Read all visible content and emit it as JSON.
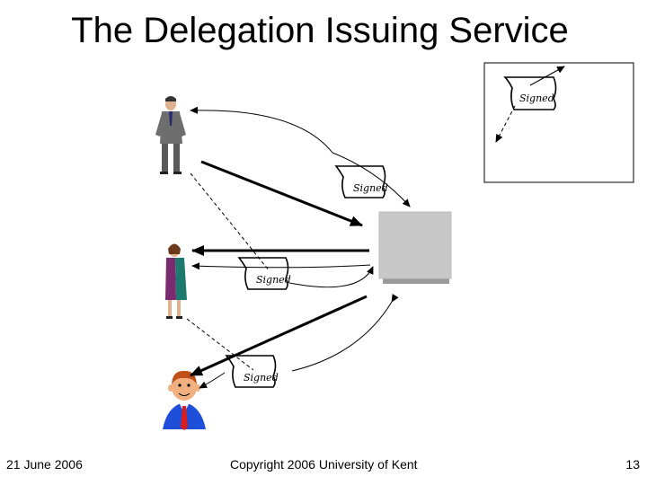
{
  "slide": {
    "title": "The Delegation Issuing Service",
    "footer_date": "21 June 2006",
    "footer_copyright": "Copyright 2006 University of Kent",
    "page_number": "13"
  },
  "diagram": {
    "certificate_signature": "Signed",
    "nodes": [
      {
        "id": "manager",
        "icon": "businessman-icon"
      },
      {
        "id": "woman",
        "icon": "businesswoman-icon"
      },
      {
        "id": "employee",
        "icon": "cartoon-man-icon"
      },
      {
        "id": "server",
        "icon": "server-box-icon"
      }
    ]
  },
  "colors": {
    "suit_gray": "#6e6e6e",
    "dress_purple": "#7a2a6e",
    "dress_teal": "#1e7a6e",
    "server_gray": "#c8c8c8",
    "cartoon_blue": "#1e4fd8",
    "tie_red": "#d81e1e"
  }
}
